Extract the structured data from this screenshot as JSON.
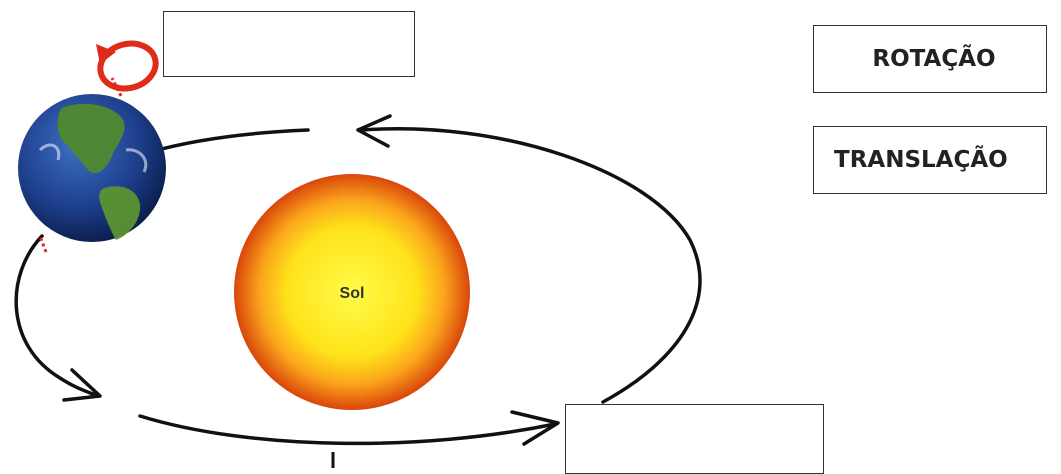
{
  "labels": {
    "rotation": "ROTAÇÃO",
    "translation": "TRANSLAÇÃO"
  },
  "sun": {
    "label": "Sol"
  },
  "blank_boxes": {
    "top": "",
    "bottom": ""
  },
  "colors": {
    "orbit": "#111111",
    "sun_core": "#fff21a",
    "sun_edge": "#e05a0a",
    "rotation_arrow": "#e02a1a",
    "ocean": "#1d3f8c",
    "land": "#4f8a2e"
  },
  "icons": {
    "planet": "earth-icon",
    "star": "sun-icon",
    "spin": "rotation-arrow-icon"
  }
}
